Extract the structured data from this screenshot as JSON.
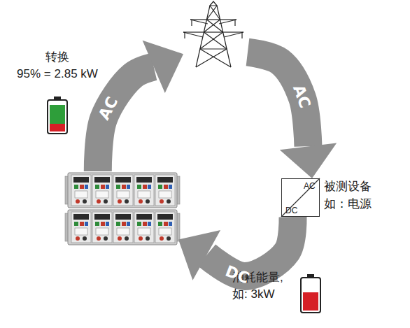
{
  "diagram": {
    "nodes": [
      {
        "text": []
      },
      {
        "text": [
          "AC",
          "DC",
          "被测设备 如：电源"
        ]
      },
      {
        "text": []
      }
    ],
    "edges": [
      {
        "from": 0,
        "to": 1,
        "label": "AC",
        "arrow": "to"
      },
      {
        "from": 1,
        "to": 2,
        "label": "DC",
        "arrow": "to"
      },
      {
        "from": 2,
        "to": 0,
        "label": "AC",
        "arrow": "to"
      }
    ],
    "labels": [
      "转换",
      "95% = 2.85 kW",
      "消耗能量, 如: 3kW"
    ]
  }
}
